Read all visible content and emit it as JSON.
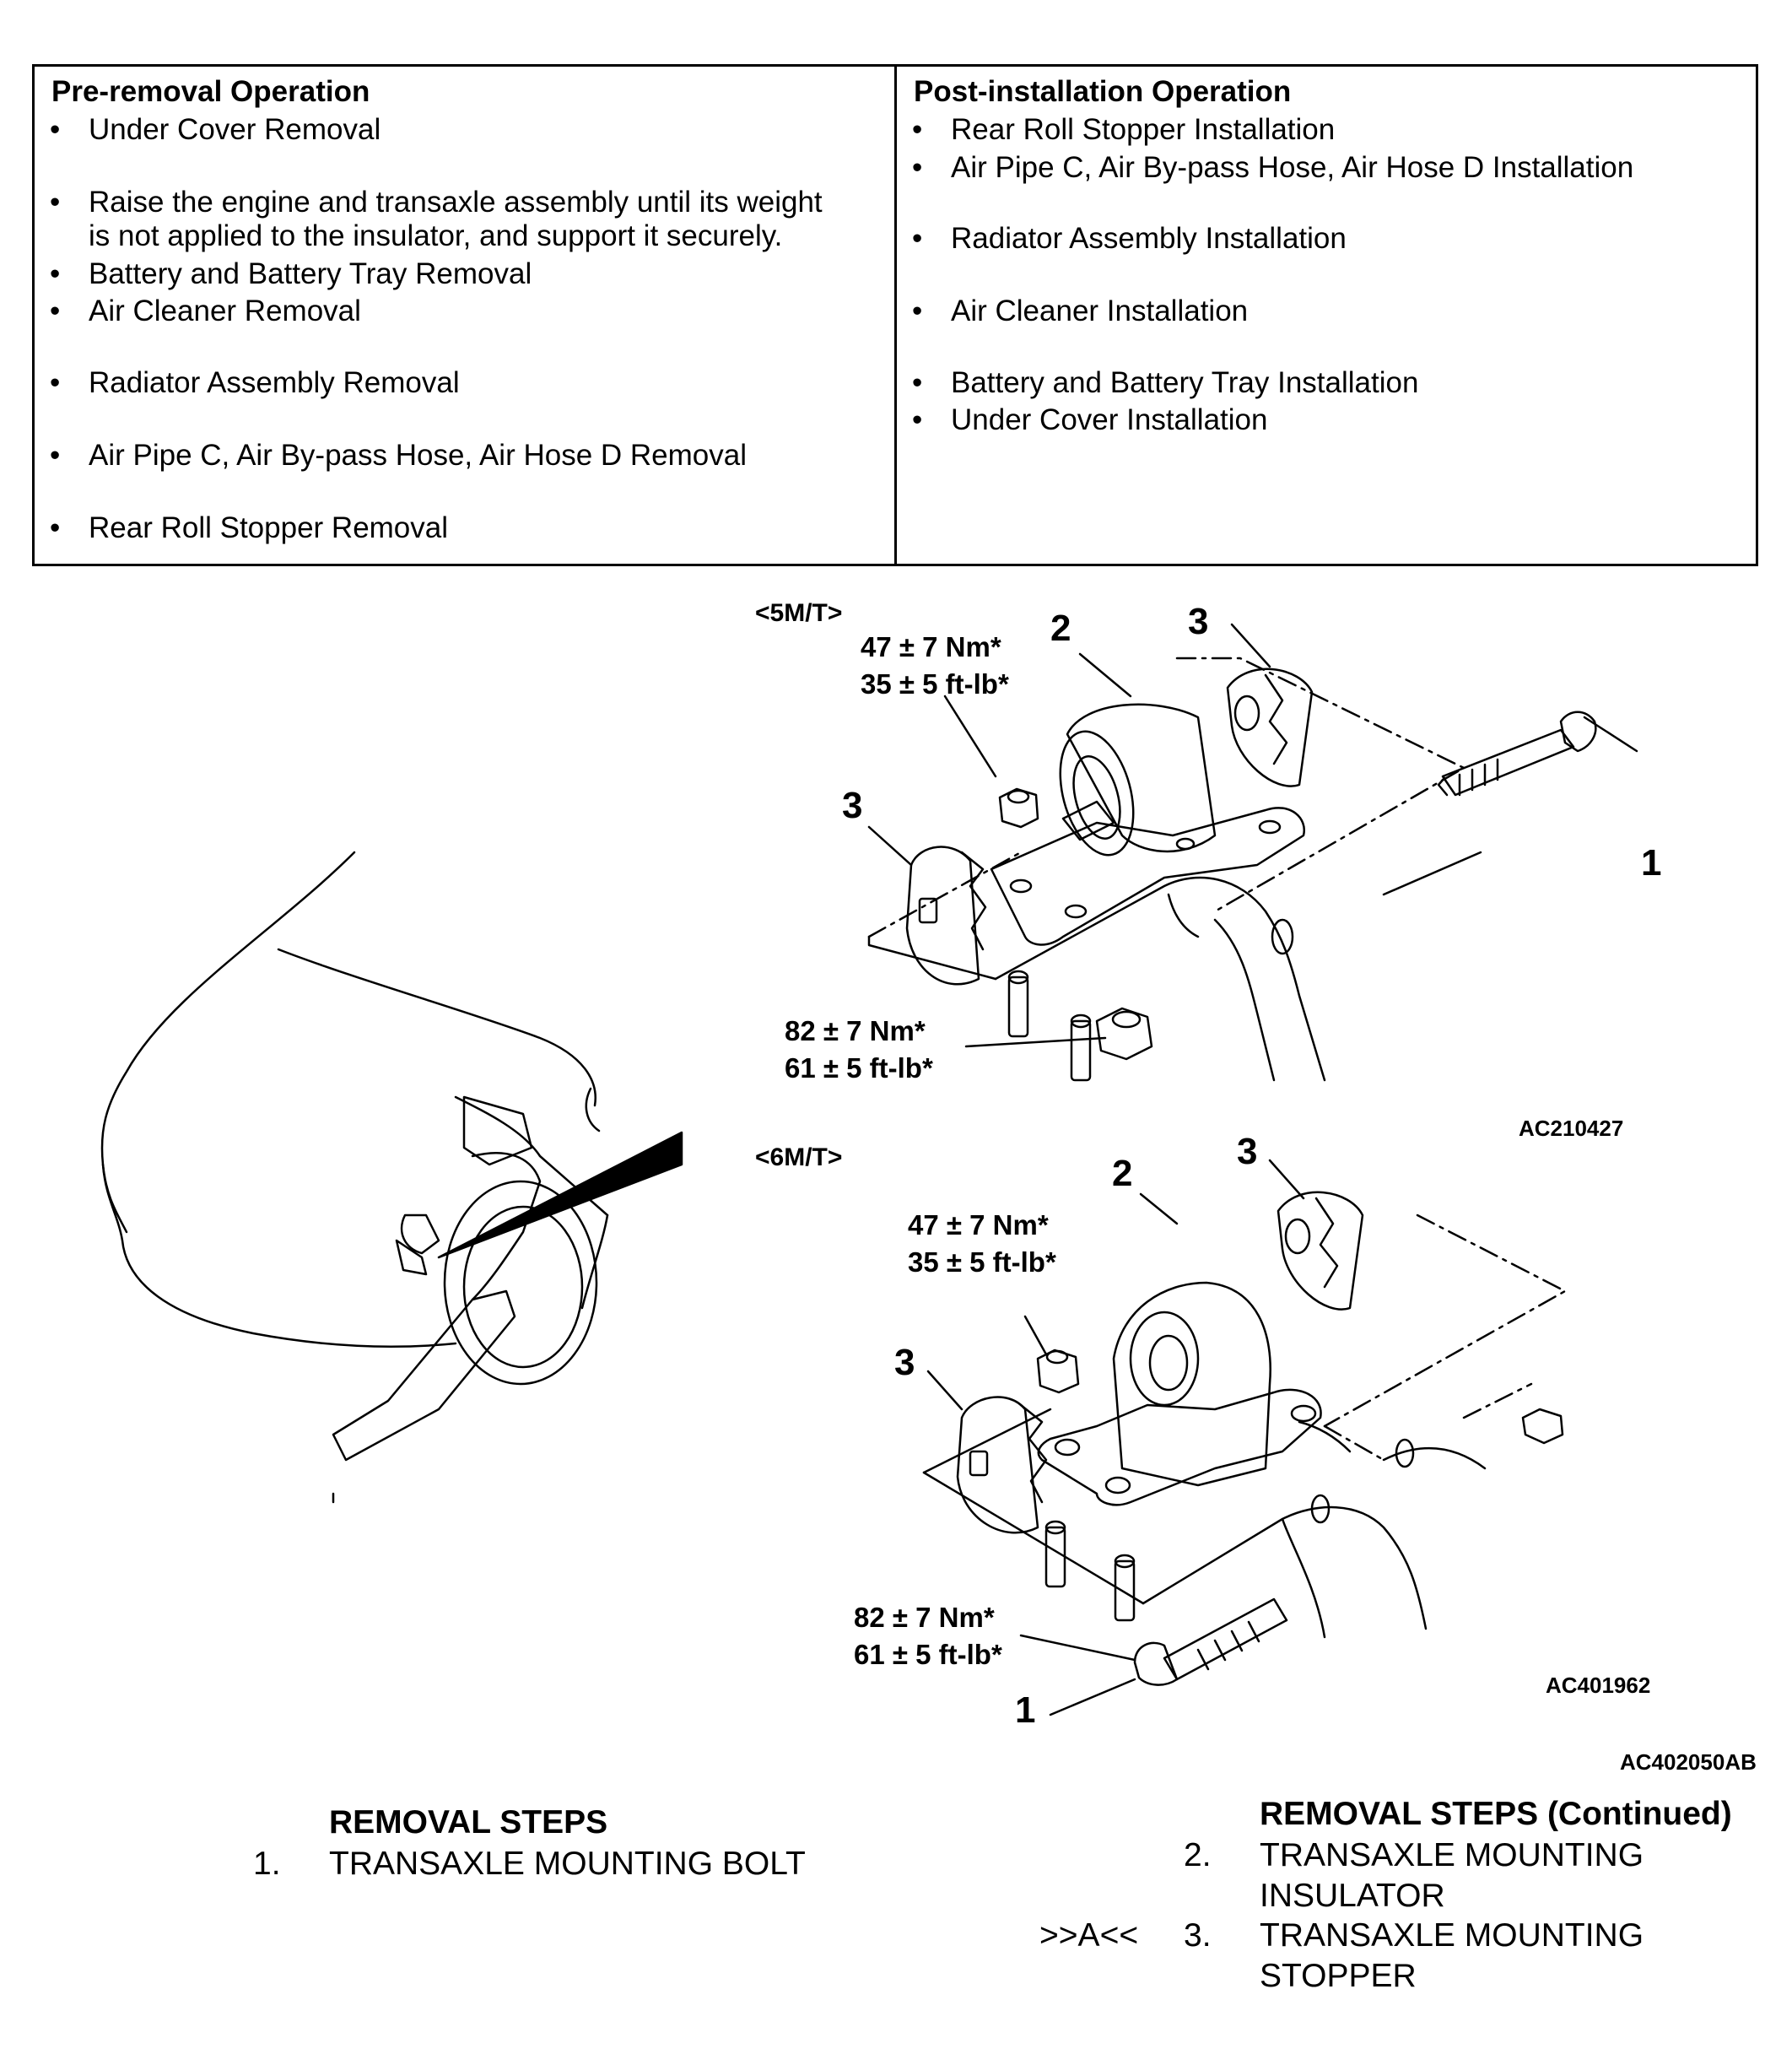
{
  "pre_removal": {
    "title": "Pre-removal Operation",
    "items": [
      "Under Cover Removal",
      "Raise the engine and transaxle assembly until its weight",
      "is not applied to the insulator, and support it securely.",
      "Battery and Battery Tray Removal",
      "Air Cleaner Removal",
      "Radiator Assembly Removal",
      "Air Pipe C, Air By-pass Hose, Air Hose D Removal",
      "Rear Roll Stopper Removal"
    ]
  },
  "post_installation": {
    "title": "Post-installation Operation",
    "items": [
      "Rear Roll Stopper Installation",
      "Air Pipe C, Air By-pass Hose, Air Hose D Installation",
      "Radiator Assembly Installation",
      "Air Cleaner Installation",
      "Battery and Battery Tray Installation",
      "Under Cover Installation"
    ]
  },
  "diagram": {
    "variant_5mt": "<5M/T>",
    "variant_6mt": "<6M/T>",
    "torque_top_nm_5mt": "47 ± 7 Nm*",
    "torque_top_ftlb_5mt": "35 ± 5 ft-lb*",
    "torque_bottom_nm_5mt": "82 ± 7 Nm*",
    "torque_bottom_ftlb_5mt": "61 ± 5 ft-lb*",
    "torque_top_nm_6mt": "47 ± 7 Nm*",
    "torque_top_ftlb_6mt": "35 ± 5 ft-lb*",
    "torque_bottom_nm_6mt": "82 ± 7 Nm*",
    "torque_bottom_ftlb_6mt": "61 ± 5 ft-lb*",
    "callout_1": "1",
    "callout_2": "2",
    "callout_3": "3",
    "figure_code_5mt": "AC210427",
    "figure_code_6mt": "AC401962",
    "figure_code_main": "AC402050AB"
  },
  "removal_steps": {
    "title": "REMOVAL STEPS",
    "step1_number": "1.",
    "step1_text": "TRANSAXLE MOUNTING BOLT",
    "continued_title": "REMOVAL STEPS (Continued)",
    "step2_number": "2.",
    "step2_line1": "TRANSAXLE MOUNTING",
    "step2_line2": "INSULATOR",
    "step3_ref": ">>A<<",
    "step3_number": "3.",
    "step3_line1": "TRANSAXLE MOUNTING",
    "step3_line2": "STOPPER"
  }
}
